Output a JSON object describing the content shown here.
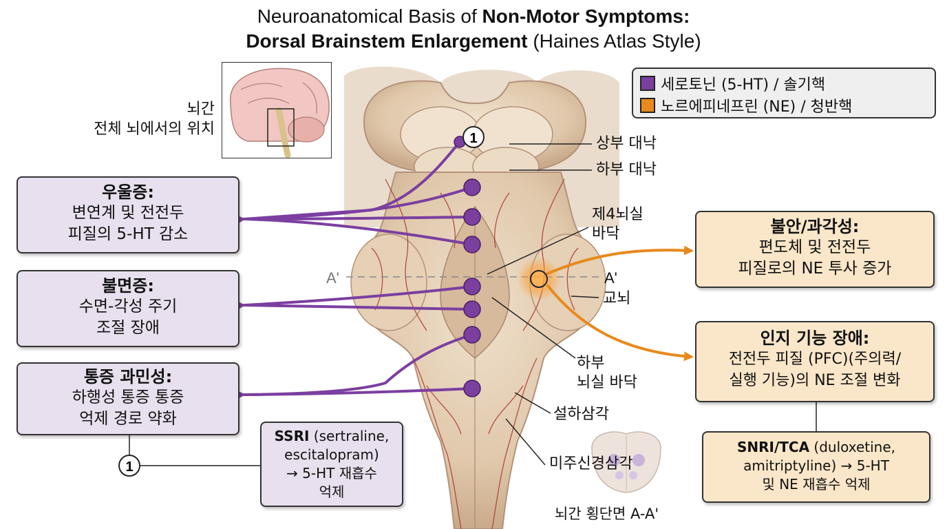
{
  "title": {
    "prefix": "Neuroanatomical Basis of ",
    "bold1": "Non-Motor Symptoms:",
    "bold2": "Dorsal Brainstem Enlargement",
    "suffix": " (Haines Atlas Style)"
  },
  "legend": {
    "serotonin": "세로토닌 (5-HT) / 솔기핵",
    "norepinephrine": "노르에피네프린 (NE) / 청반핵",
    "colors": {
      "serotonin": "#7b3fa0",
      "norepinephrine": "#e8891c"
    }
  },
  "inset": {
    "label_line1": "뇌간",
    "label_line2": "전체 뇌에서의 위치"
  },
  "left_boxes": [
    {
      "head": "우울증:",
      "line1": "변연계 및 전전두",
      "line2": "피질의 5-HT 감소"
    },
    {
      "head": "불면증:",
      "line1": "수면-각성 주기",
      "line2": "조절 장애"
    },
    {
      "head": "통증 과민성:",
      "line1": "하행성 통증 통증",
      "line2": "억제 경로 약화"
    }
  ],
  "right_boxes": [
    {
      "head": "불안/과각성:",
      "line1": "편도체 및 전전두",
      "line2": "피질로의 NE 투사 증가"
    },
    {
      "head": "인지 기능 장애:",
      "line1": "전전두 피질 (PFC)(주의력/",
      "line2": "실행 기능)의 NE 조절 변화"
    }
  ],
  "ssri": {
    "bold": "SSRI",
    "line1_rest": " (sertraline,",
    "line2": "escitalopram)",
    "line3": "→ 5-HT 재흡수",
    "line4": "억제"
  },
  "snri": {
    "bold": "SNRI/TCA",
    "line1_rest": " (duloxetine,",
    "line2": "amitriptyline) → 5-HT",
    "line3": "및 NE 재흡수 억제"
  },
  "labels": {
    "superior_colliculus": "상부 대낙",
    "inferior_colliculus": "하부 대낙",
    "fourth_ventricle_l1": "제4뇌실",
    "fourth_ventricle_l2": "바닥",
    "pons": "교뇌",
    "lower_floor_l1": "하부",
    "lower_floor_l2": "뇌실 바닥",
    "hypoglossal_trigone": "설하삼각",
    "vagal_trigone": "미주신경삼각",
    "cross_section": "뇌간 횡단면 A-A'",
    "a_left": "A'",
    "a_right": "A'",
    "marker": "1"
  }
}
